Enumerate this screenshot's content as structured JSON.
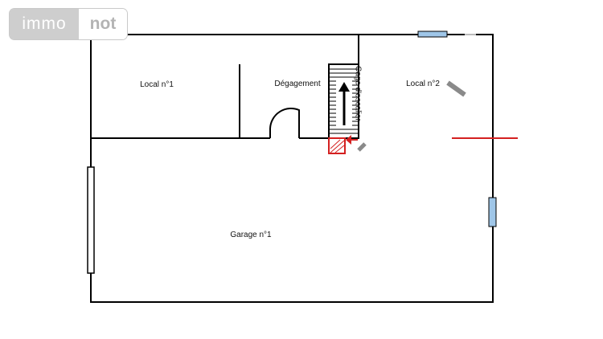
{
  "logo": {
    "part1": "immo",
    "part2": "not"
  },
  "rooms": {
    "local1": "Local n°1",
    "degagement": "Dégagement",
    "cage": "Cage d'escalier",
    "local2": "Local n°2",
    "garage": "Garage n°1"
  },
  "colors": {
    "wall": "#000000",
    "window": "#9fc6e8",
    "marker_red": "#d42020",
    "marker_grey": "#8a8a8a"
  }
}
